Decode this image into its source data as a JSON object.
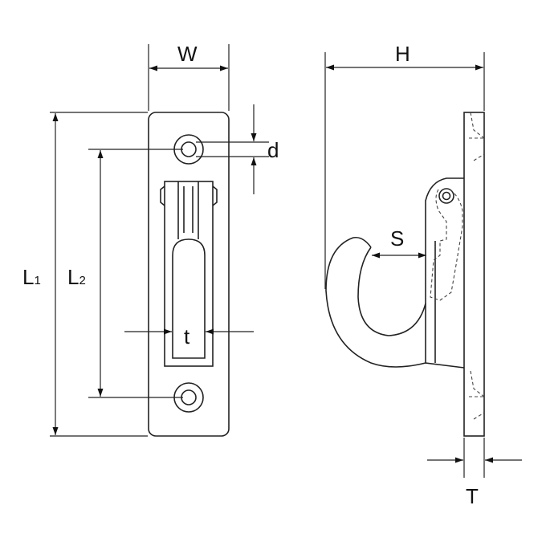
{
  "front_view": {
    "width_label": "W",
    "hole_label": "d",
    "length1_label": "L",
    "length1_sub": "1",
    "length2_label": "L",
    "length2_sub": "2",
    "thickness_label": "t"
  },
  "side_view": {
    "height_label": "H",
    "opening_label": "S",
    "thickness_label": "T"
  }
}
